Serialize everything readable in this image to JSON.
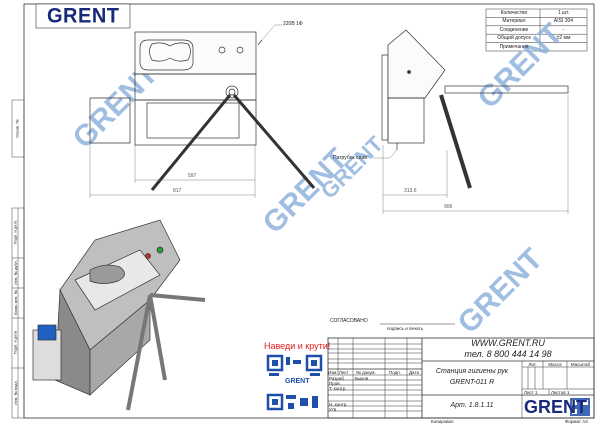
{
  "header": {
    "logo": "GRENT"
  },
  "spec_table": [
    {
      "label": "Количество",
      "value": "1 шт."
    },
    {
      "label": "Материал",
      "value": "AISI 304"
    },
    {
      "label": "Соединение",
      "value": "-"
    },
    {
      "label": "Общий допуск",
      "value": "±2 мм"
    },
    {
      "label": "Примечания",
      "value": ""
    }
  ],
  "front_view": {
    "power_label": "220В 1Ф",
    "dim_inner": "597",
    "dim_outer": "817"
  },
  "side_view": {
    "drain_label": "Патрубок слив",
    "dim_inner": "313.6",
    "dim_outer": "906"
  },
  "left_strip": [
    "Справ. №",
    "Подп. и дата",
    "Инв. № дубл.",
    "Взам. инв. №",
    "Подп. и дата",
    "Инв. № подл."
  ],
  "approval": {
    "agreed": "СОГЛАСОВАНО",
    "sign_date": "подпись и печать"
  },
  "qr": {
    "prompt": "Наведи и крути!",
    "logo": "GRENT"
  },
  "watermark": "GRENT",
  "title_block": {
    "website": "WWW.GRENT.RU",
    "phone": "тел. 8 800 444 14 98",
    "product_name": "Станция гигиены рук",
    "product_model": "GRENT-011 R",
    "article": "Арт. 1.8.1.11",
    "headers": [
      "Изм.",
      "Лист",
      "№ докум.",
      "Подп.",
      "Дата"
    ],
    "roles": [
      "Разраб.",
      "Пров.",
      "Т. контр.",
      "",
      "Н. контр.",
      "Утв."
    ],
    "developer": "Быков",
    "lit": "Лит.",
    "mass": "Масса",
    "scale": "Масштаб",
    "sheet": "Лист 1",
    "sheets": "Листов 1",
    "logo": "GRENT",
    "copied": "Копировал",
    "format": "Формат А3"
  },
  "colors": {
    "brand": "#1a2a7a",
    "watermark": "#8fb3dd",
    "qr": "#1f4fa8",
    "accent": "#e02020"
  }
}
